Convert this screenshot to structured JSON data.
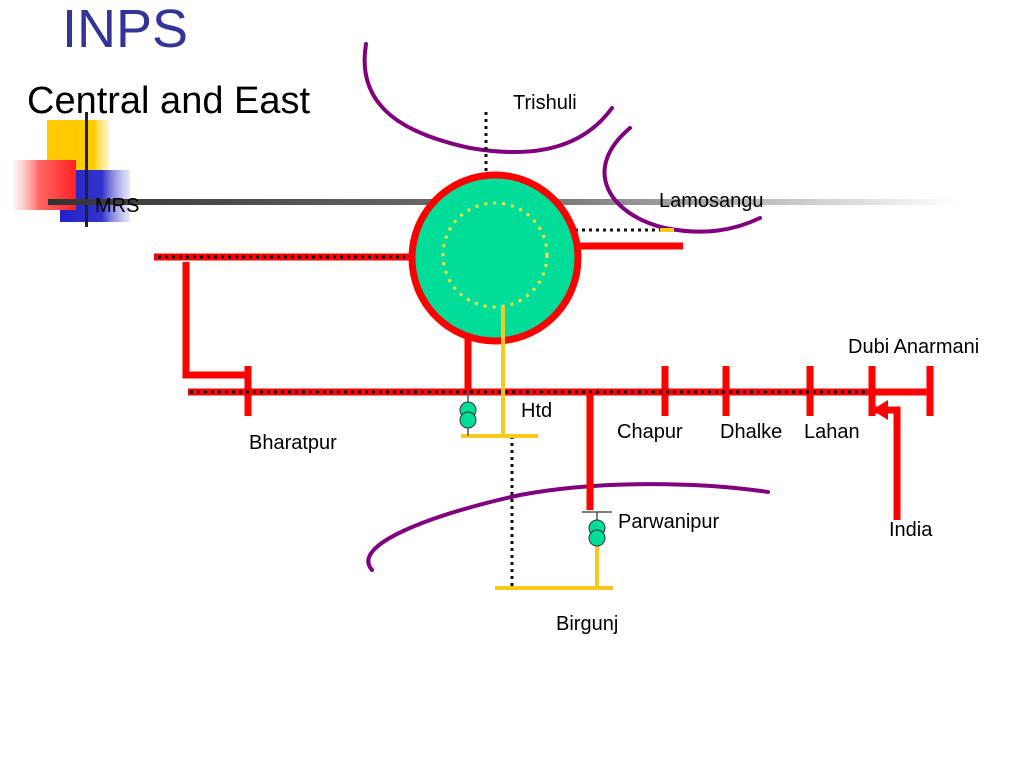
{
  "slide": {
    "title": "INPS",
    "subtitle": "Central and East"
  },
  "colors": {
    "title": "#333399",
    "line": "#ff0000",
    "border_line": "#f7c91b",
    "river": "#800080",
    "dots": "#000000",
    "node_fill": "#00dd99",
    "node_ring": "#f7e63a",
    "gray_bar": "#555555",
    "accent_yellow": "#ffcc00",
    "accent_blue": "#3333cc",
    "accent_red": "#ff3333"
  },
  "labels": {
    "mrs": "MRS",
    "trishuli": "Trishuli",
    "lamosangu": "Lamosangu",
    "dubi_anarmani": "Dubi Anarmani",
    "htd": "Htd",
    "bharatpur": "Bharatpur",
    "chapur": "Chapur",
    "dhalke": "Dhalke",
    "lahan": "Lahan",
    "india": "India",
    "parwanipur": "Parwanipur",
    "birgunj": "Birgunj"
  },
  "icons": {
    "transformer": "transformer-icon"
  }
}
